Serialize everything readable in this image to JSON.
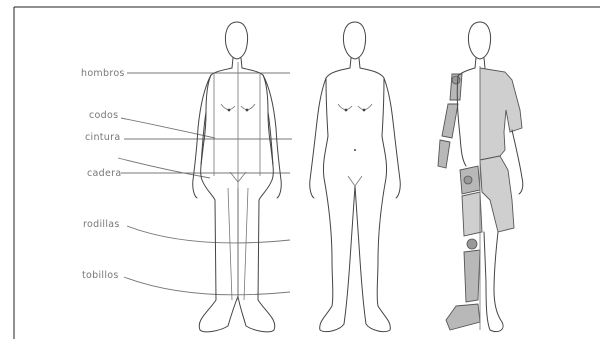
{
  "figure": {
    "labels": [
      "hombros",
      "codos",
      "cintura",
      "cadera",
      "rodillas",
      "tobillos"
    ],
    "colors": {
      "line": "#444444",
      "label": "#777777",
      "shade": "#cfcfcf",
      "border": "#222222"
    }
  }
}
